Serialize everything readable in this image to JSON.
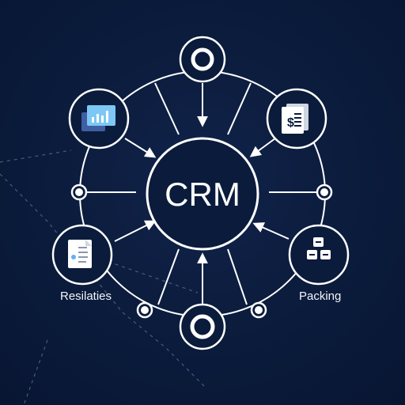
{
  "center": {
    "label": "CRM"
  },
  "nodes": {
    "top": {
      "icon": "ring-icon"
    },
    "top_left": {
      "icon": "bar-chart-icon"
    },
    "top_right": {
      "icon": "invoice-dollar-icon"
    },
    "bottom_left": {
      "icon": "document-icon",
      "label": "Resilaties"
    },
    "bottom_right": {
      "icon": "boxes-icon",
      "label": "Packing"
    },
    "bottom": {
      "icon": "ring-icon"
    }
  },
  "colors": {
    "background": "#0b1b3b",
    "line": "#ffffff",
    "accent": "#5fb3f0",
    "dashed": "#4a5a7a"
  }
}
